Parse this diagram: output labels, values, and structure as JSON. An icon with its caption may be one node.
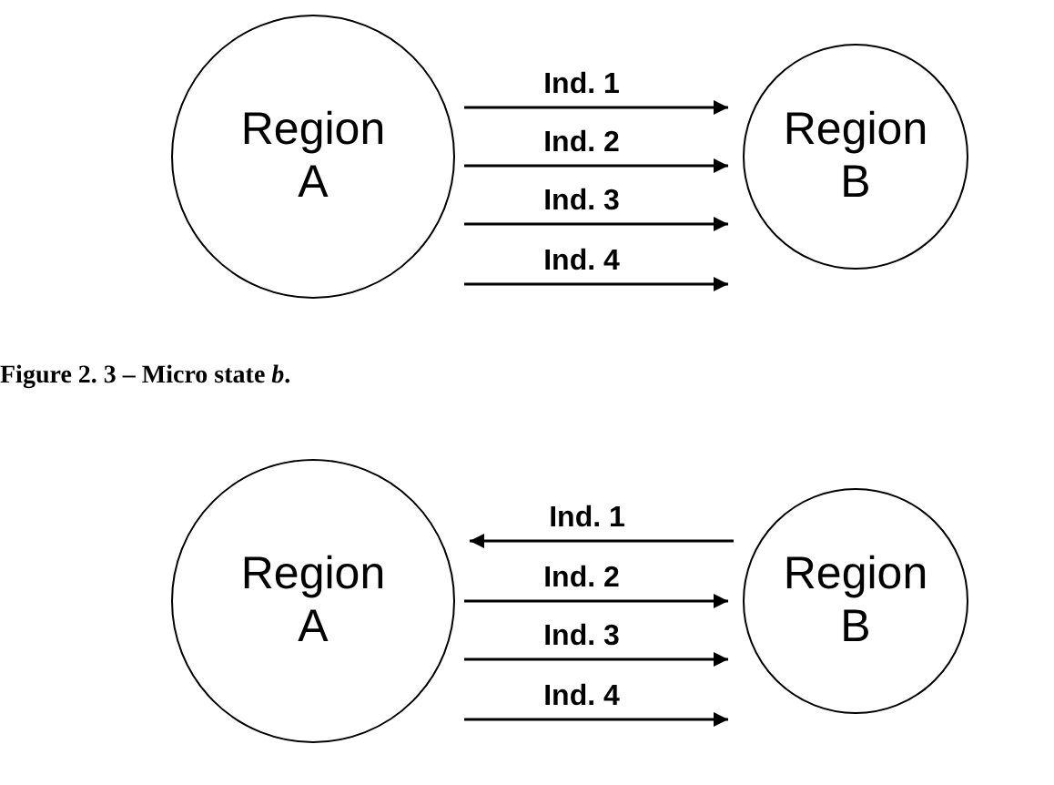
{
  "diagram": {
    "caption": "**Figure 2. 3 – Micro state *b*.**",
    "nodes": [
      {
        "text": [
          "Region A"
        ]
      },
      {
        "text": [
          "Region B"
        ]
      },
      {
        "text": [
          "Region A"
        ]
      },
      {
        "text": [
          "Region B"
        ]
      }
    ],
    "edges": [
      {
        "from": 0,
        "to": 1,
        "arrow": "to",
        "label": "Ind. 1"
      },
      {
        "from": 0,
        "to": 1,
        "arrow": "to",
        "label": "Ind. 2"
      },
      {
        "from": 0,
        "to": 1,
        "arrow": "to",
        "label": "Ind. 3"
      },
      {
        "from": 0,
        "to": 1,
        "arrow": "to",
        "label": "Ind. 4"
      },
      {
        "from": 3,
        "to": 2,
        "arrow": "to",
        "label": "Ind. 1"
      },
      {
        "from": 2,
        "to": 3,
        "arrow": "to",
        "label": "Ind. 2"
      },
      {
        "from": 2,
        "to": 3,
        "arrow": "to",
        "label": "Ind. 3"
      },
      {
        "from": 2,
        "to": 3,
        "arrow": "to",
        "label": "Ind. 4"
      }
    ]
  }
}
